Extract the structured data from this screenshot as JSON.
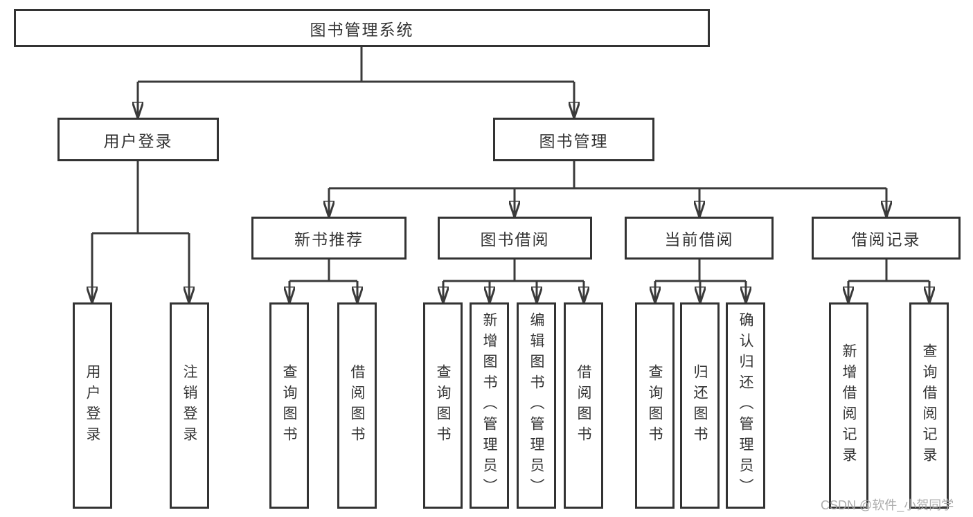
{
  "diagram": {
    "type": "tree",
    "title": "图书管理系统",
    "hierarchy": {
      "图书管理系统": {
        "用户登录": [
          "用户登录",
          "注销登录"
        ],
        "图书管理": {
          "新书推荐": [
            "查询图书",
            "借阅图书"
          ],
          "图书借阅": [
            "查询图书",
            "新增图书（管理员）",
            "编辑图书（管理员）",
            "借阅图书"
          ],
          "当前借阅": [
            "查询图书",
            "归还图书",
            "确认归还（管理员）"
          ],
          "借阅记录": [
            "新增借阅记录",
            "查询借阅记录"
          ]
        }
      }
    }
  },
  "nodes": {
    "root": {
      "label": "图书管理系统"
    },
    "user_login": {
      "label": "用户登录"
    },
    "book_mgmt": {
      "label": "图书管理"
    },
    "new_book": {
      "label": "新书推荐"
    },
    "borrowing": {
      "label": "图书借阅"
    },
    "current": {
      "label": "当前借阅"
    },
    "records": {
      "label": "借阅记录"
    },
    "leaf_login": {
      "label": "用户登录"
    },
    "leaf_logout": {
      "label": "注销登录"
    },
    "leaf_nb_query": {
      "label": "查询图书"
    },
    "leaf_nb_borrow": {
      "label": "借阅图书"
    },
    "leaf_bb_query": {
      "label": "查询图书"
    },
    "leaf_bb_add": {
      "label": "新增图书（管理员）"
    },
    "leaf_bb_edit": {
      "label": "编辑图书（管理员）"
    },
    "leaf_bb_borrow": {
      "label": "借阅图书"
    },
    "leaf_cb_query": {
      "label": "查询图书"
    },
    "leaf_cb_return": {
      "label": "归还图书"
    },
    "leaf_cb_confirm": {
      "label": "确认归还（管理员）"
    },
    "leaf_br_add": {
      "label": "新增借阅记录"
    },
    "leaf_br_query": {
      "label": "查询借阅记录"
    }
  },
  "watermark": {
    "text": "CSDN @软件_小贺同学"
  },
  "colors": {
    "line": "#3a3a3a",
    "border": "#333333",
    "text": "#333333",
    "background": "#ffffff",
    "watermark": "#a5a5a5"
  }
}
